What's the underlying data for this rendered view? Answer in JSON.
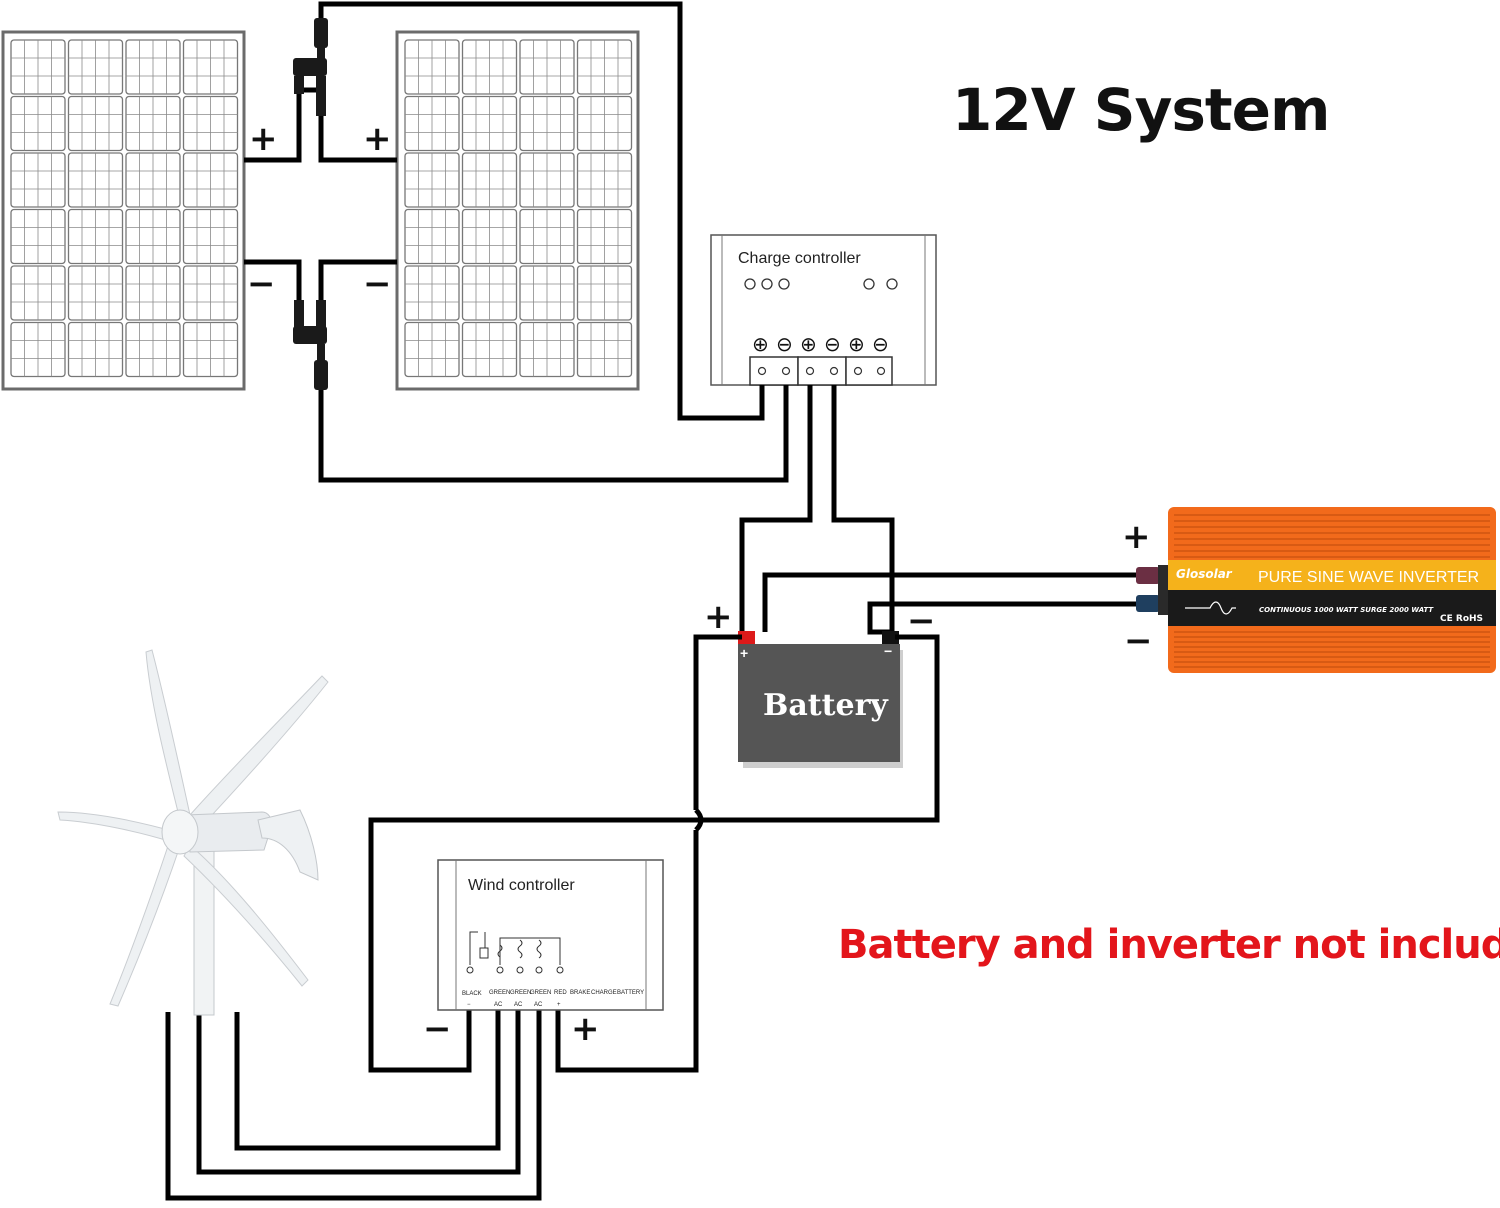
{
  "title": "12V System",
  "note": "Battery and inverter not included",
  "charge_controller": {
    "label": "Charge controller",
    "terminal_symbols": [
      "⊕",
      "⊖",
      "⊕",
      "⊖",
      "⊕",
      "⊖"
    ]
  },
  "battery": {
    "label": "Battery",
    "pos_mark": "+",
    "neg_mark": "−"
  },
  "inverter": {
    "brand": "Glosolar",
    "title": "PURE SINE WAVE INVERTER",
    "subtitle": "CONTINUOUS 1000 WATT SURGE 2000 WATT",
    "marks": "CE  RoHS"
  },
  "wind_controller": {
    "label": "Wind controller",
    "terminal_top": [
      "BLACK",
      "GREEN",
      "GREEN",
      "GREEN",
      "RED",
      "BRAKE",
      "CHARGE",
      "BATTERY"
    ],
    "terminal_bottom": [
      "−",
      "AC",
      "AC",
      "AC",
      "+"
    ]
  },
  "signs": {
    "panel1_plus": "+",
    "panel2_plus": "+",
    "panel1_minus": "−",
    "panel2_minus": "−",
    "battery_plus": "+",
    "battery_minus": "−",
    "inverter_plus": "+",
    "inverter_minus": "−",
    "wind_minus": "−",
    "wind_plus": "+"
  },
  "colors": {
    "note": "#e3151b",
    "battery_body": "#555555",
    "battery_pos_terminal": "#dd1a1a",
    "inverter_body": "#f26a1b",
    "inverter_band": "#f5b21b",
    "panel_frame": "#6b6b6b"
  }
}
